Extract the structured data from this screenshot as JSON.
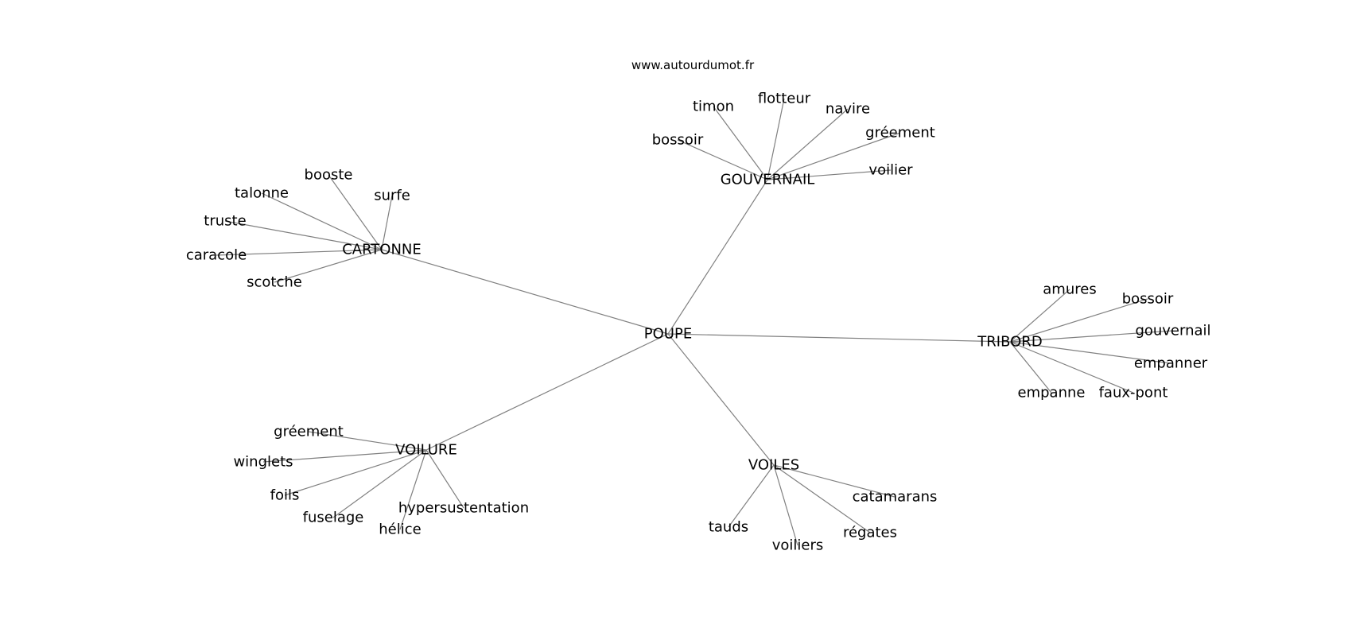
{
  "site": "www.autourdumot.fr",
  "graph": {
    "root": "POUPE",
    "groups": [
      {
        "label": "CARTONNE",
        "children": [
          "booste",
          "surfe",
          "talonne",
          "truste",
          "caracole",
          "scotche"
        ]
      },
      {
        "label": "GOUVERNAIL",
        "children": [
          "timon",
          "flotteur",
          "navire",
          "bossoir",
          "gréement",
          "voilier"
        ]
      },
      {
        "label": "TRIBORD",
        "children": [
          "amures",
          "bossoir",
          "gouvernail",
          "empanner",
          "empanne",
          "faux-pont"
        ]
      },
      {
        "label": "VOILURE",
        "children": [
          "gréement",
          "winglets",
          "foils",
          "fuselage",
          "hélice",
          "hypersustentation"
        ]
      },
      {
        "label": "VOILES",
        "children": [
          "catamarans",
          "tauds",
          "voiliers",
          "régates"
        ]
      }
    ]
  }
}
